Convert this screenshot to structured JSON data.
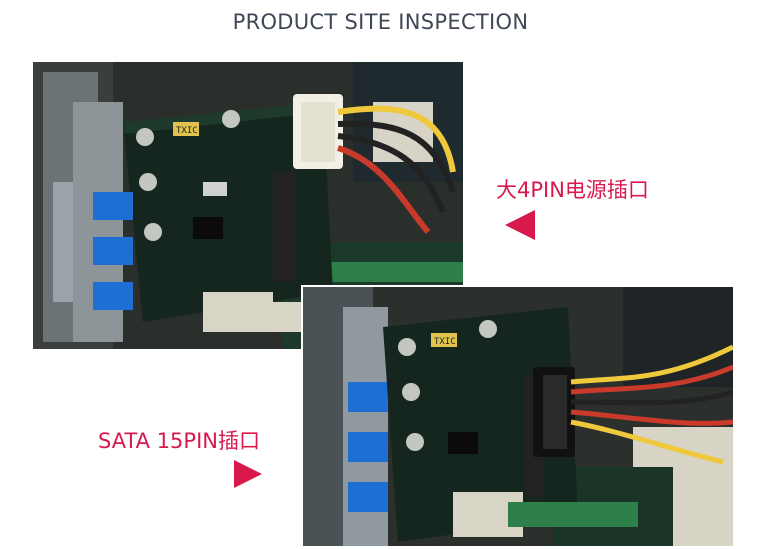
{
  "title": "PRODUCT SITE INSPECTION",
  "labels": {
    "power_4pin": "大4PIN电源插口",
    "sata_15pin": "SATA 15PIN插口"
  },
  "board_markings": {
    "brand_chip": "TXIC"
  },
  "colors": {
    "title": "#3f4756",
    "accent": "#d9194c",
    "pcb": "#15261e",
    "usb_blue": "#1d6fd4"
  },
  "icons": {
    "arrow_top": "arrow-left-icon",
    "arrow_bottom": "arrow-right-icon"
  }
}
